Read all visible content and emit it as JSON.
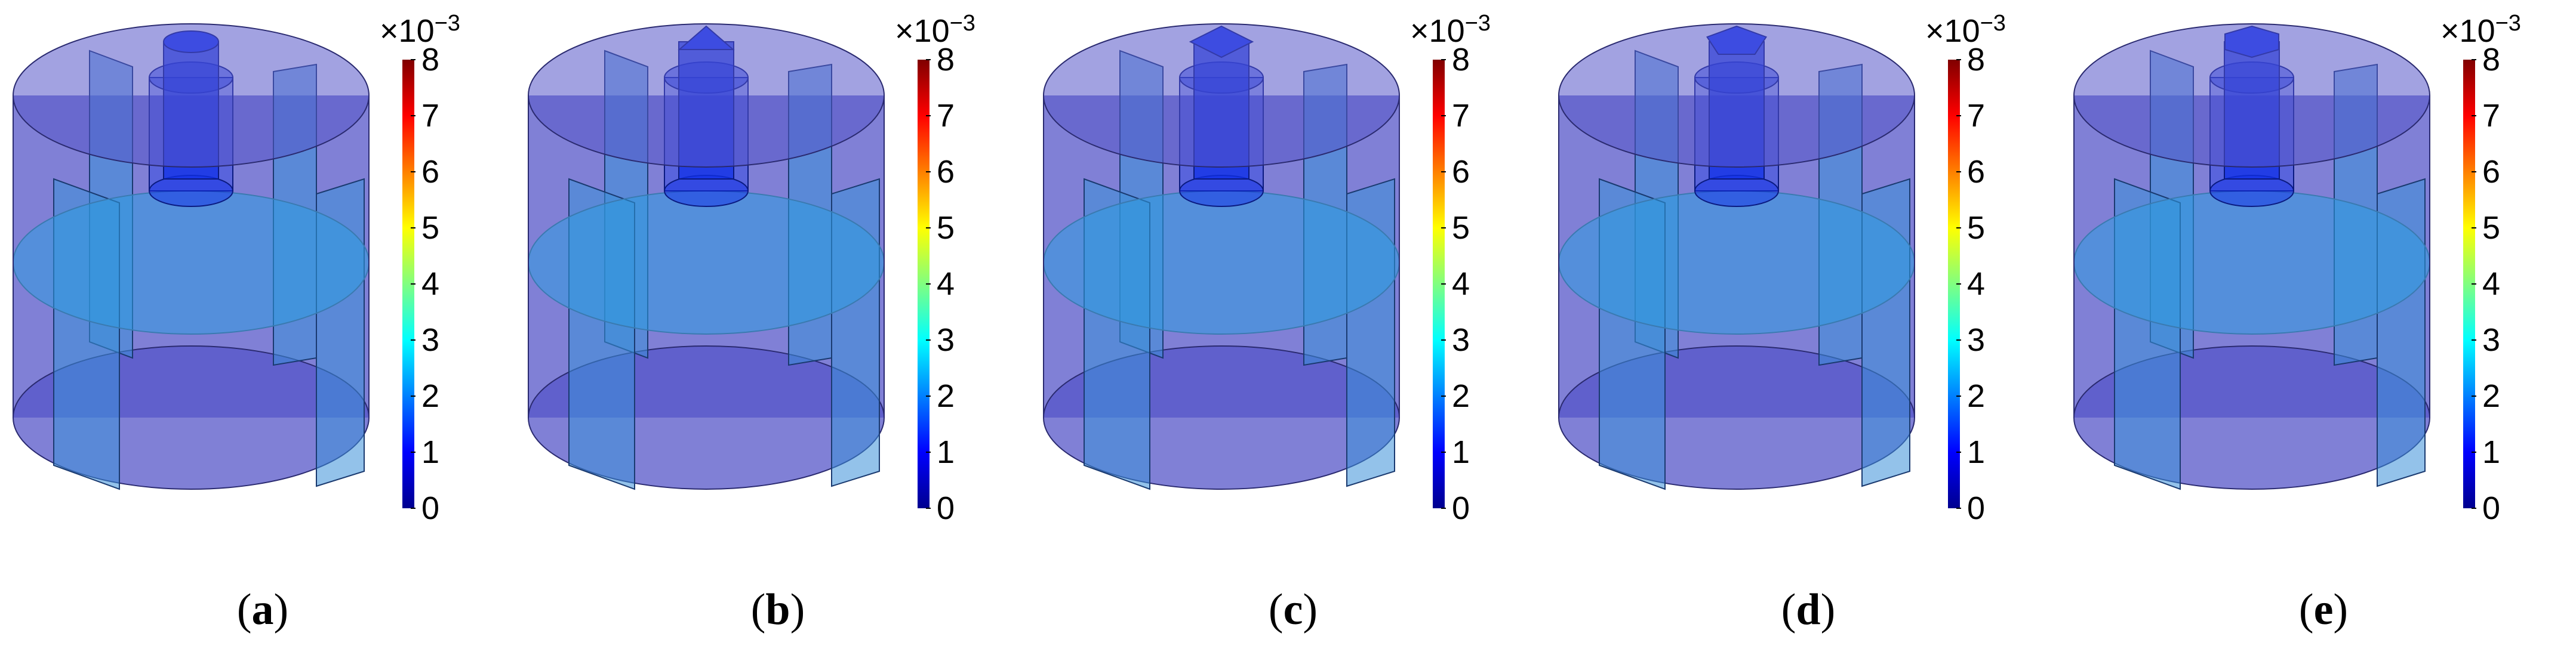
{
  "panels": [
    {
      "letter": "a",
      "impeller": "cylinder"
    },
    {
      "letter": "b",
      "impeller": "triangular-prism"
    },
    {
      "letter": "c",
      "impeller": "square-prism"
    },
    {
      "letter": "d",
      "impeller": "pentagonal-prism"
    },
    {
      "letter": "e",
      "impeller": "hexagonal-prism"
    }
  ],
  "colorbar": {
    "multiplier": "×10",
    "exponent": "−3",
    "ticks": [
      "0",
      "1",
      "2",
      "3",
      "4",
      "5",
      "6",
      "7",
      "8"
    ],
    "min": 0,
    "max": 8,
    "colormap": [
      "#00008f",
      "#0000ff",
      "#0080ff",
      "#00ffff",
      "#80ff80",
      "#ffff00",
      "#ff8000",
      "#ff0000",
      "#800000"
    ]
  },
  "colors": {
    "tank": "#5656c8",
    "baffle": "#3a8fd8",
    "disc": "#2f9ae0",
    "impeller": "#1030e8"
  }
}
